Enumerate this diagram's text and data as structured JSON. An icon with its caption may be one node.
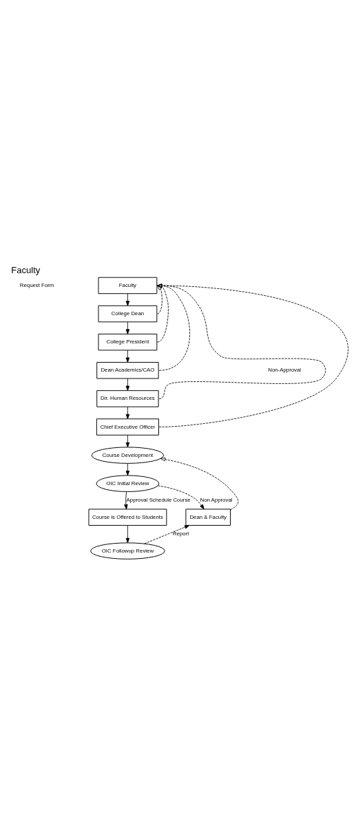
{
  "diagram": {
    "title": "Faculty",
    "nodes": [
      {
        "text": [
          "Faculty"
        ]
      },
      {
        "text": [
          "College Dean"
        ]
      },
      {
        "text": [
          "College President"
        ]
      },
      {
        "text": [
          "Dean Academics/CAO"
        ]
      },
      {
        "text": [
          "Dir. Human Resources"
        ]
      },
      {
        "text": [
          "Chief Executive Officer"
        ]
      },
      {
        "text": [
          "Course Development"
        ]
      },
      {
        "text": [
          "OIC Initial Review"
        ]
      },
      {
        "text": [
          "Course is Offered to Students"
        ]
      },
      {
        "text": [
          "Dean & Faculty"
        ]
      },
      {
        "text": [
          "OIC Followup Review"
        ]
      }
    ],
    "edges": [
      {
        "from": 0,
        "to": 1,
        "arrow": "to"
      },
      {
        "from": 1,
        "to": 2,
        "arrow": "to"
      },
      {
        "from": 2,
        "to": 3,
        "arrow": "to"
      },
      {
        "from": 3,
        "to": 4,
        "arrow": "to"
      },
      {
        "from": 4,
        "to": 5,
        "arrow": "to"
      },
      {
        "from": 5,
        "to": 6,
        "arrow": "to"
      },
      {
        "from": 6,
        "to": 7,
        "arrow": "to"
      },
      {
        "from": 7,
        "to": 8,
        "label": "Approval Schedule Course",
        "arrow": "to"
      },
      {
        "from": 8,
        "to": 10,
        "arrow": "to"
      },
      {
        "from": 7,
        "to": 9,
        "label": "Non Approval",
        "arrow": "to",
        "style": "dashed"
      },
      {
        "from": 10,
        "to": 9,
        "label": "Report",
        "arrow": "to",
        "style": "dashed"
      },
      {
        "from": 9,
        "to": 6,
        "arrow": "to",
        "style": "dashed"
      },
      {
        "from": 1,
        "to": 0,
        "arrow": "to",
        "style": "dashed"
      },
      {
        "from": 2,
        "to": 0,
        "arrow": "to",
        "style": "dashed"
      },
      {
        "from": 3,
        "to": 0,
        "arrow": "to",
        "style": "dashed"
      },
      {
        "from": 4,
        "to": 0,
        "arrow": "to",
        "style": "dashed"
      },
      {
        "from": 5,
        "to": 0,
        "arrow": "to",
        "style": "dashed"
      }
    ],
    "labels": [
      "Request Form",
      "Non-Approval"
    ]
  }
}
